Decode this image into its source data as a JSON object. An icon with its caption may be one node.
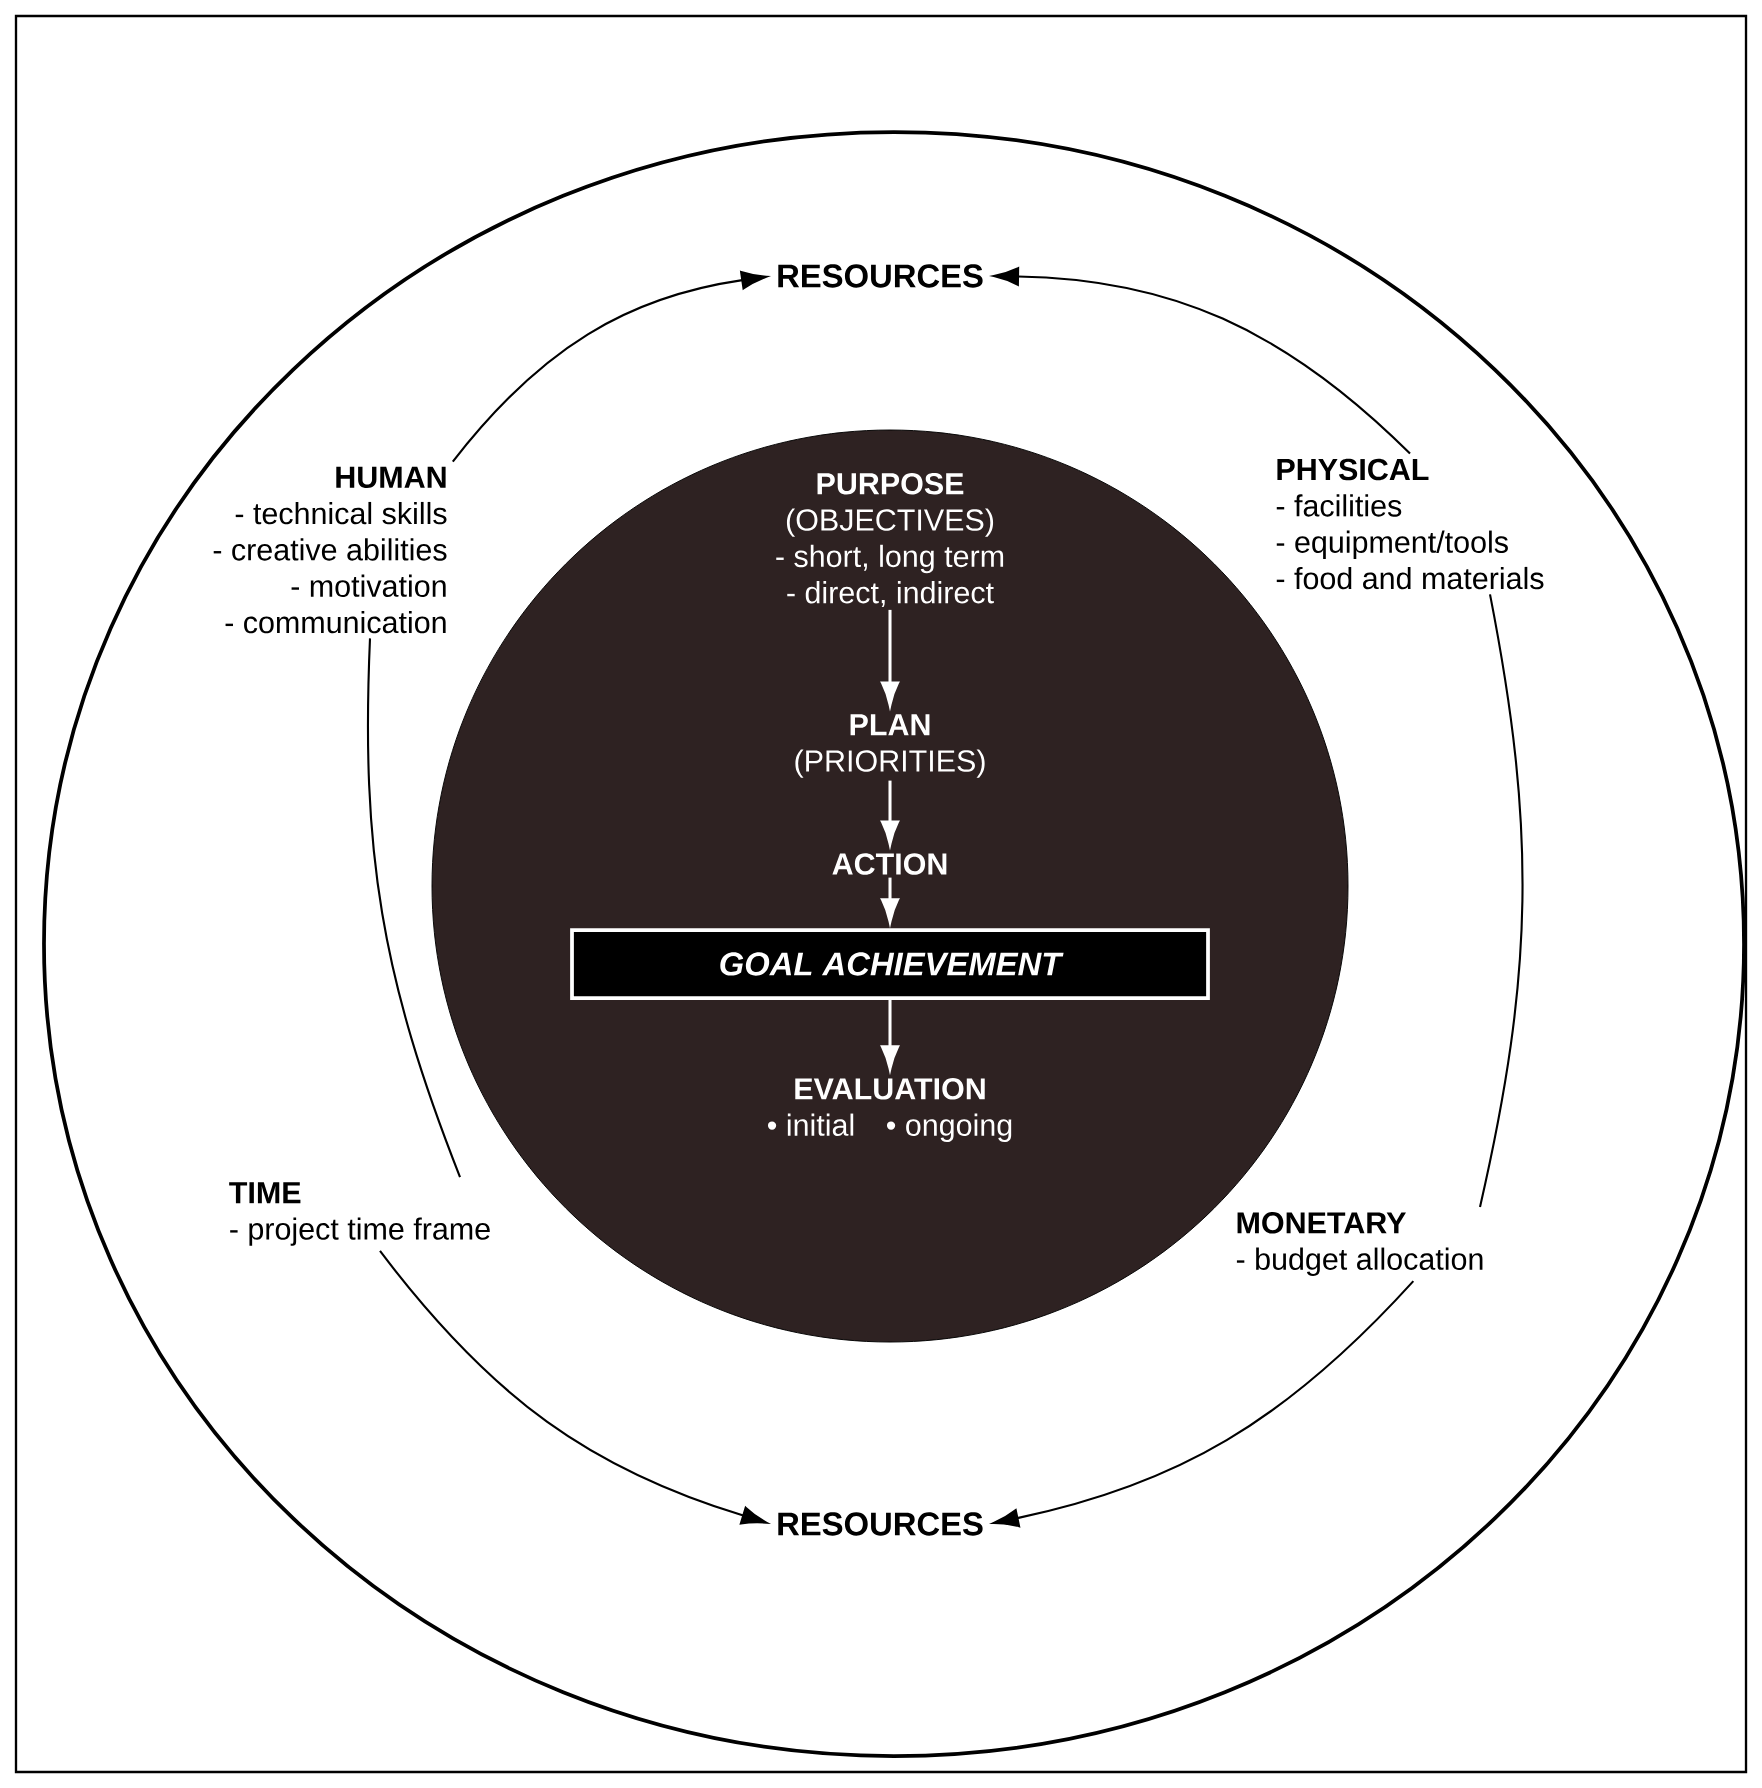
{
  "diagram": {
    "nodes": [
      {
        "text": [],
        "shape": "circle"
      },
      {
        "text": [
          "RESOURCES"
        ],
        "in": 0
      },
      {
        "text": [
          "HUMAN",
          "- technical skills",
          "- creative abilities",
          "- motivation",
          "- communication"
        ],
        "in": 0
      },
      {
        "text": [
          "PHYSICAL",
          "- facilities",
          "- equipment/tools",
          "- food and materials"
        ],
        "in": 0
      },
      {
        "text": [],
        "shape": "circle",
        "in": 0
      },
      {
        "text": [
          "PURPOSE",
          "(OBJECTIVES)",
          "- short, long term",
          "- direct, indirect"
        ],
        "in": 4
      },
      {
        "text": [
          "PLAN",
          "(PRIORITIES)"
        ],
        "in": 4
      },
      {
        "text": [
          "ACTION"
        ],
        "in": 4
      },
      {
        "text": [
          "GOAL ACHIEVEMENT"
        ],
        "in": 4
      },
      {
        "text": [
          "EVALUATION",
          "• initial",
          "• ongoing"
        ],
        "in": 4
      },
      {
        "text": [
          "TIME",
          "- project time frame"
        ],
        "in": 0
      },
      {
        "text": [
          "MONETARY",
          "- budget allocation"
        ],
        "in": 0
      },
      {
        "text": [
          "RESOURCES"
        ],
        "in": 0
      }
    ],
    "edges": [
      {
        "from": 2,
        "to": 1,
        "arrow": "to"
      },
      {
        "from": 3,
        "to": 1,
        "arrow": "to"
      },
      {
        "from": 2,
        "to": 10,
        "arrow": "none"
      },
      {
        "from": 3,
        "to": 11,
        "arrow": "none"
      },
      {
        "from": 10,
        "to": 12,
        "arrow": "to"
      },
      {
        "from": 11,
        "to": 12,
        "arrow": "to"
      },
      {
        "from": 5,
        "to": 6,
        "arrow": "to",
        "color": "#ffffff"
      },
      {
        "from": 6,
        "to": 7,
        "arrow": "to",
        "color": "#ffffff"
      },
      {
        "from": 7,
        "to": 8,
        "arrow": "to",
        "color": "#ffffff"
      },
      {
        "from": 8,
        "to": 9,
        "arrow": "to",
        "color": "#ffffff"
      }
    ]
  }
}
